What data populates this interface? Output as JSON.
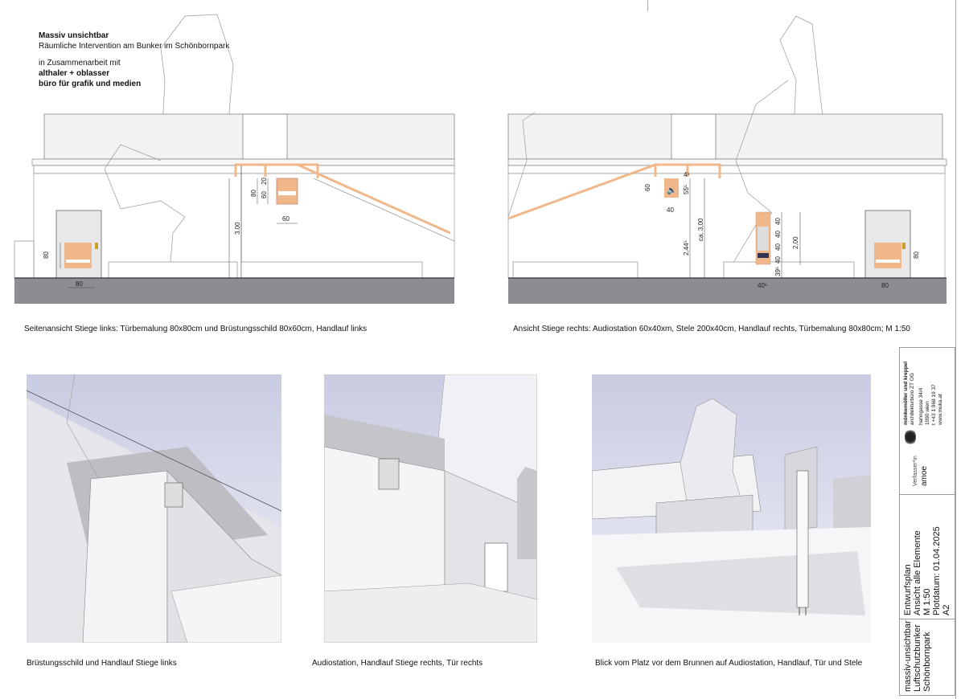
{
  "intro": {
    "title": "Massiv unsichtbar",
    "subtitle": "Räumliche Intervention am Bunker im Schönbornpark",
    "collab": "in Zusammenarbeit mit",
    "partner1": "althaler + oblasser",
    "partner2": "büro für grafik und medien"
  },
  "elevations": {
    "left": {
      "caption": "Seitenansicht Stiege links: Türbemalung 80x80cm und Brüstungsschild 80x60cm, Handlauf links",
      "dims": [
        "80",
        "60",
        "20",
        "60",
        "3.00",
        "80",
        "80"
      ]
    },
    "right": {
      "caption": "Ansicht Stiege rechts: Audiostation 60x40xm, Stele 200x40cm, Handlauf rechts, Türbemalung 80x80cm; M 1:50",
      "dims": [
        "60",
        "40",
        "55⁵",
        "4⁵",
        "2,44⁵",
        "ca. 3,00",
        "40",
        "40",
        "40",
        "40",
        "2,00",
        "39⁵",
        "40⁵",
        "80",
        "80"
      ]
    }
  },
  "renders": [
    {
      "caption": "Brüstungsschild und Handlauf Stiege links"
    },
    {
      "caption": "Audiostation, Handlauf Stiege rechts, Tür rechts"
    },
    {
      "caption": "Blick vom Platz vor dem Brunnen auf Audiostation, Handlauf, Tür und Stele"
    }
  ],
  "title_block": {
    "office_name": "mönkemöller und kreppel",
    "office_sub": "architekturbüro ZT OG",
    "address1": "hahngasse 34/4",
    "address2": "1090 wien",
    "phone": "t +43 1 968 19 37",
    "web": "www.muka.at",
    "author_label": "Verfasser*in",
    "author": "amoe",
    "plan_type": "Entwurfsplan",
    "plan_title": "Ansicht alle Elemente",
    "scale": "M 1:50",
    "plot_date": "Plotdatum: 01.04.2025",
    "format": "A2",
    "project1": "massiv-unsichtbar",
    "project2": "Luftschutzbunker",
    "project3": "Schönbornpark"
  },
  "colors": {
    "accent": "#f0b88a",
    "ground": "#8c8c92",
    "sky": "#d5d7e8"
  }
}
